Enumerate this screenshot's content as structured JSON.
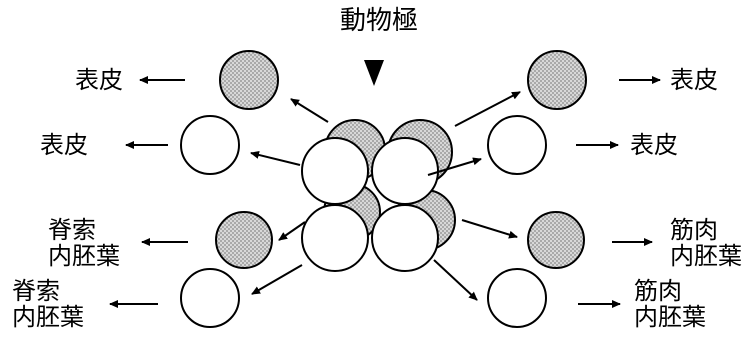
{
  "title": "動物極",
  "labels": {
    "epidermis": "表皮",
    "notochord_line1": "脊索",
    "endoderm": "内胚葉",
    "muscle_line1": "筋肉"
  },
  "colors": {
    "stroke": "#000000",
    "shaded_fill": "#c8c8c8",
    "white_fill": "#ffffff"
  }
}
